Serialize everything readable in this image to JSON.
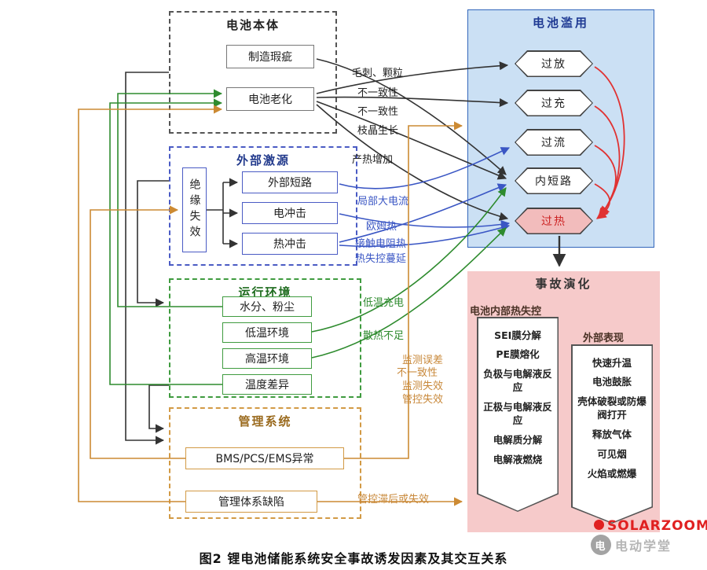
{
  "caption": "图2  锂电池储能系统安全事故诱发因素及其交互关系",
  "battery_body": {
    "title": "电池本体",
    "defect": "制造瑕疵",
    "aging": "电池老化"
  },
  "external_source": {
    "title": "外部激源",
    "insulation": "绝缘失效",
    "short_circuit": "外部短路",
    "electric_shock": "电冲击",
    "thermal_shock": "热冲击"
  },
  "environment": {
    "title": "运行环境",
    "items": [
      "水分、粉尘",
      "低温环境",
      "高温环境",
      "温度差异"
    ]
  },
  "management": {
    "title": "管理系统",
    "bms": "BMS/PCS/EMS异常",
    "defect": "管理体系缺陷"
  },
  "abuse": {
    "title": "电池滥用",
    "items": [
      "过放",
      "过充",
      "过流",
      "内短路",
      "过热"
    ]
  },
  "evolution": {
    "title": "事故演化",
    "internal_label": "电池内部热失控",
    "internal_items": [
      "SEI膜分解",
      "PE膜熔化",
      "负极与电解液反应",
      "正极与电解液反应",
      "电解质分解",
      "电解液燃烧"
    ],
    "external_label": "外部表现",
    "external_items": [
      "快速升温",
      "电池鼓胀",
      "壳体破裂或防爆阀打开",
      "释放气体",
      "可见烟",
      "火焰或燃爆"
    ]
  },
  "annotations": {
    "burr": "毛刺、颗粒",
    "inconsistency1": "不一致性",
    "inconsistency2": "不一致性",
    "dendrite": "枝晶生长",
    "heat_increase": "产热增加",
    "local_current": "局部大电流",
    "ohmic_heat": "欧姆热",
    "contact_heat": "接触电阻热",
    "runaway_spread": "热失控蔓延",
    "low_temp_charge": "低温充电",
    "poor_cooling": "散热不足",
    "monitor_error": "监测误差",
    "inconsistency3": "不一致性",
    "monitor_fail": "监测失效",
    "control_fail": "管控失效",
    "control_lag": "管控滞后或失效"
  },
  "watermark": {
    "brand": "SOLARZOOM",
    "badge": "电动学堂"
  },
  "colors": {
    "black": "#333333",
    "blue": "#3a56c4",
    "green": "#2e8b2e",
    "orange": "#cc8a33",
    "red": "#e03232",
    "abuse_bg": "#cbe0f4",
    "evolution_bg": "#f6caca"
  }
}
